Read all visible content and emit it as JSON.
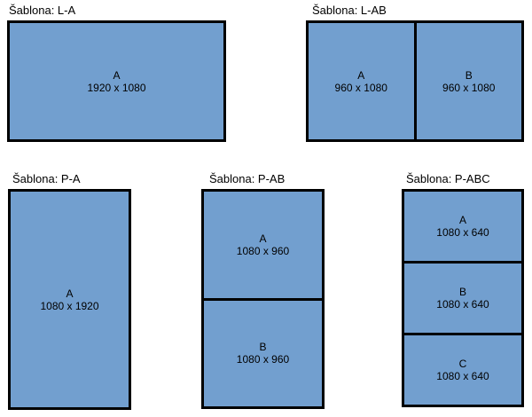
{
  "diagram": {
    "background_color": "#ffffff",
    "cell_fill_color": "#729fcf",
    "border_color": "#000000",
    "text_color": "#000000"
  },
  "templates": [
    {
      "id": "L-A",
      "label": "Šablona: L-A",
      "orientation": "landscape",
      "cells": [
        {
          "name": "A",
          "size": "1920 x 1080"
        }
      ]
    },
    {
      "id": "L-AB",
      "label": "Šablona: L-AB",
      "orientation": "landscape",
      "cells": [
        {
          "name": "A",
          "size": "960 x 1080"
        },
        {
          "name": "B",
          "size": "960 x 1080"
        }
      ]
    },
    {
      "id": "P-A",
      "label": "Šablona: P-A",
      "orientation": "portrait",
      "cells": [
        {
          "name": "A",
          "size": "1080 x 1920"
        }
      ]
    },
    {
      "id": "P-AB",
      "label": "Šablona: P-AB",
      "orientation": "portrait",
      "cells": [
        {
          "name": "A",
          "size": "1080 x 960"
        },
        {
          "name": "B",
          "size": "1080 x 960"
        }
      ]
    },
    {
      "id": "P-ABC",
      "label": "Šablona: P-ABC",
      "orientation": "portrait",
      "cells": [
        {
          "name": "A",
          "size": "1080 x 640"
        },
        {
          "name": "B",
          "size": "1080 x 640"
        },
        {
          "name": "C",
          "size": "1080 x 640"
        }
      ]
    }
  ]
}
